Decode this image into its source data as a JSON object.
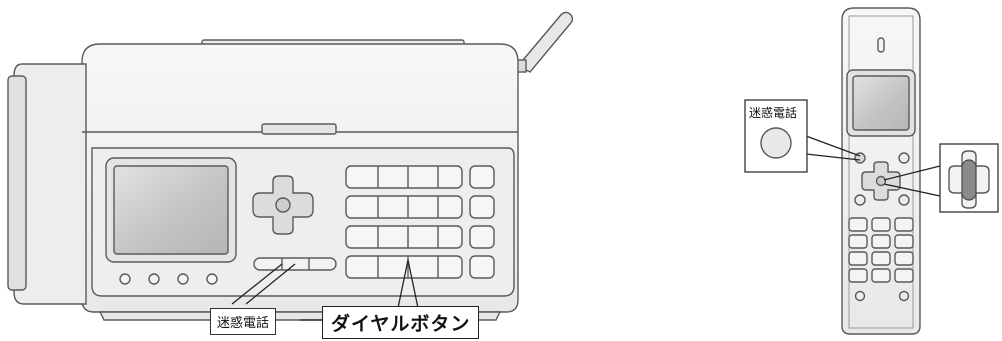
{
  "labels": {
    "block_button_base": "迷惑電話",
    "dial_buttons": "ダイヤルボタン",
    "block_button_handset": "迷惑電話"
  },
  "colors": {
    "body_fill": "#f2f2f2",
    "outline": "#5a5a5a",
    "panel_fill": "#e6e6e6",
    "screen_fill": "#c9c9c9",
    "leader_line": "#222222"
  },
  "icons": {
    "dpad": "cross-dpad-icon",
    "antenna": "antenna-icon",
    "call_block_button": "round-button-icon"
  }
}
